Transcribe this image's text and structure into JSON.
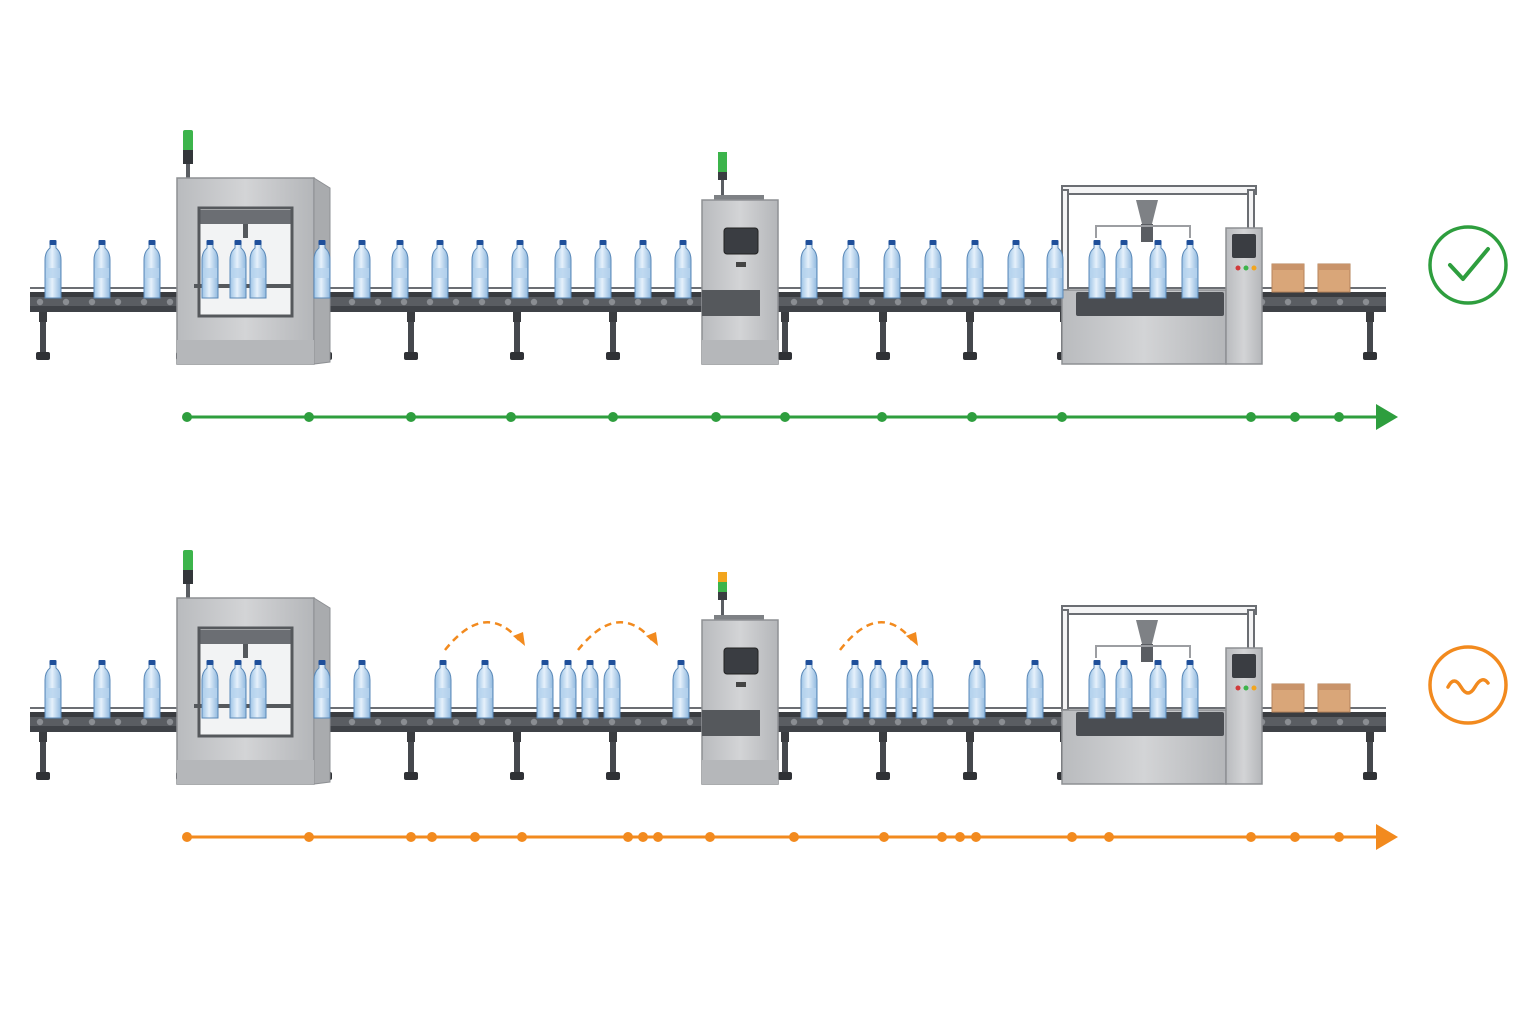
{
  "colors": {
    "ok": "#2e9e3e",
    "warn": "#f28a1e",
    "steel": "#c9cacc",
    "steel_dark": "#9c9ea2",
    "conveyor": "#4a4d52",
    "bottle": "#d4e6f5",
    "bottle_cap": "#1f4f9a",
    "box": "#d9a679",
    "screen": "#3a3d42",
    "light_green": "#3cb44b",
    "light_amber": "#f2a51e"
  },
  "rows": [
    {
      "id": "steady",
      "status": "ok",
      "status_icon": "check-icon",
      "bottles": [
        53,
        102,
        152,
        210,
        238,
        258,
        322,
        362,
        400,
        440,
        480,
        520,
        563,
        603,
        643,
        683,
        809,
        851,
        892,
        933,
        975,
        1016,
        1055,
        1097,
        1124,
        1158,
        1190
      ],
      "pulses": [
        187,
        309,
        411,
        511,
        613,
        716,
        785,
        882,
        972,
        1062,
        1251,
        1295,
        1339
      ],
      "transfer_arrows": []
    },
    {
      "id": "unstable",
      "status": "warning",
      "status_icon": "wave-icon",
      "bottles": [
        53,
        102,
        152,
        210,
        238,
        258,
        322,
        362,
        443,
        485,
        545,
        568,
        590,
        612,
        681,
        809,
        855,
        878,
        904,
        925,
        977,
        1035,
        1097,
        1124,
        1158,
        1190
      ],
      "pulses": [
        187,
        309,
        411,
        432,
        475,
        522,
        628,
        643,
        658,
        710,
        794,
        884,
        942,
        960,
        976,
        1072,
        1109,
        1251,
        1295,
        1339
      ],
      "transfer_arrows": [
        [
          445,
          525
        ],
        [
          578,
          658
        ],
        [
          840,
          918
        ]
      ]
    }
  ]
}
